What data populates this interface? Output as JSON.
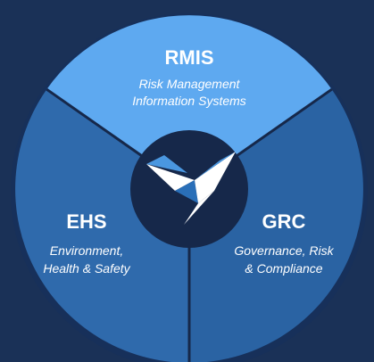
{
  "segments": [
    {
      "key": "rmis",
      "title": "RMIS",
      "subtitle_lines": [
        "Risk Management",
        "Information Systems"
      ],
      "color": "#5ea9f0"
    },
    {
      "key": "ehs",
      "title": "EHS",
      "subtitle_lines": [
        "Environment,",
        "Health & Safety"
      ],
      "color": "#2f6aac"
    },
    {
      "key": "grc",
      "title": "GRC",
      "subtitle_lines": [
        "Governance, Risk",
        "& Compliance"
      ],
      "color": "#2a63a3"
    }
  ],
  "center": {
    "icon": "origami-bird-logo-icon",
    "color": "#16284a"
  },
  "colors": {
    "background": "#1a3157",
    "divider": "#16284a",
    "subtitle_on_light": "#ffffff",
    "bird_light": "#ffffff",
    "bird_mid": "#4a97e0",
    "bird_dark": "#2a6fb8"
  }
}
